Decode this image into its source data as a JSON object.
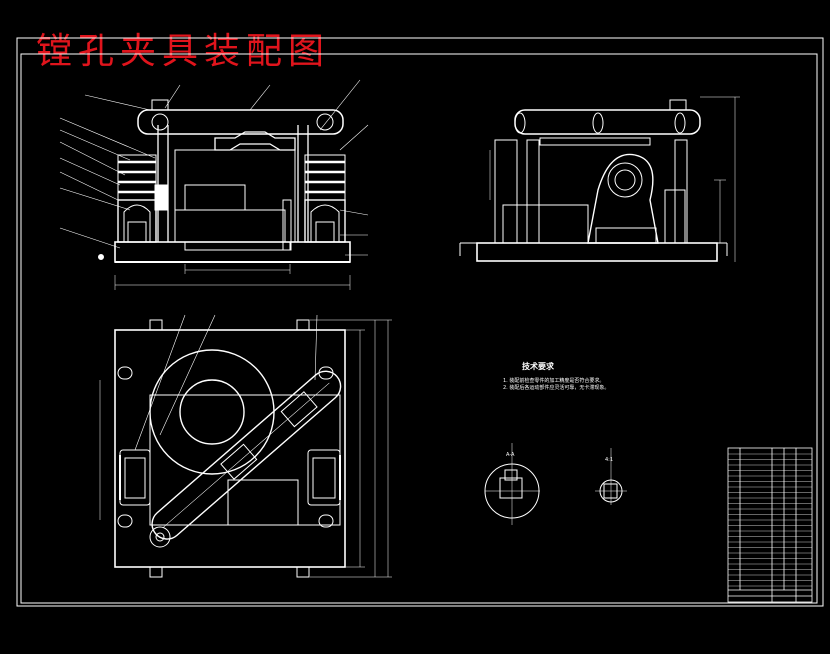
{
  "drawing": {
    "title": "镗孔夹具装配图",
    "frame_color": "#ffffff",
    "title_color": "#e0141c",
    "background": "#000000"
  },
  "technical_requirements": {
    "title": "技术要求",
    "lines": [
      "1. 装配前检查零件的加工精度是否符合要求。",
      "2. 装配后各运动部件应灵活可靠，无卡滞现象。"
    ]
  },
  "section_labels": {
    "left": "A-A",
    "right": "4:1"
  }
}
